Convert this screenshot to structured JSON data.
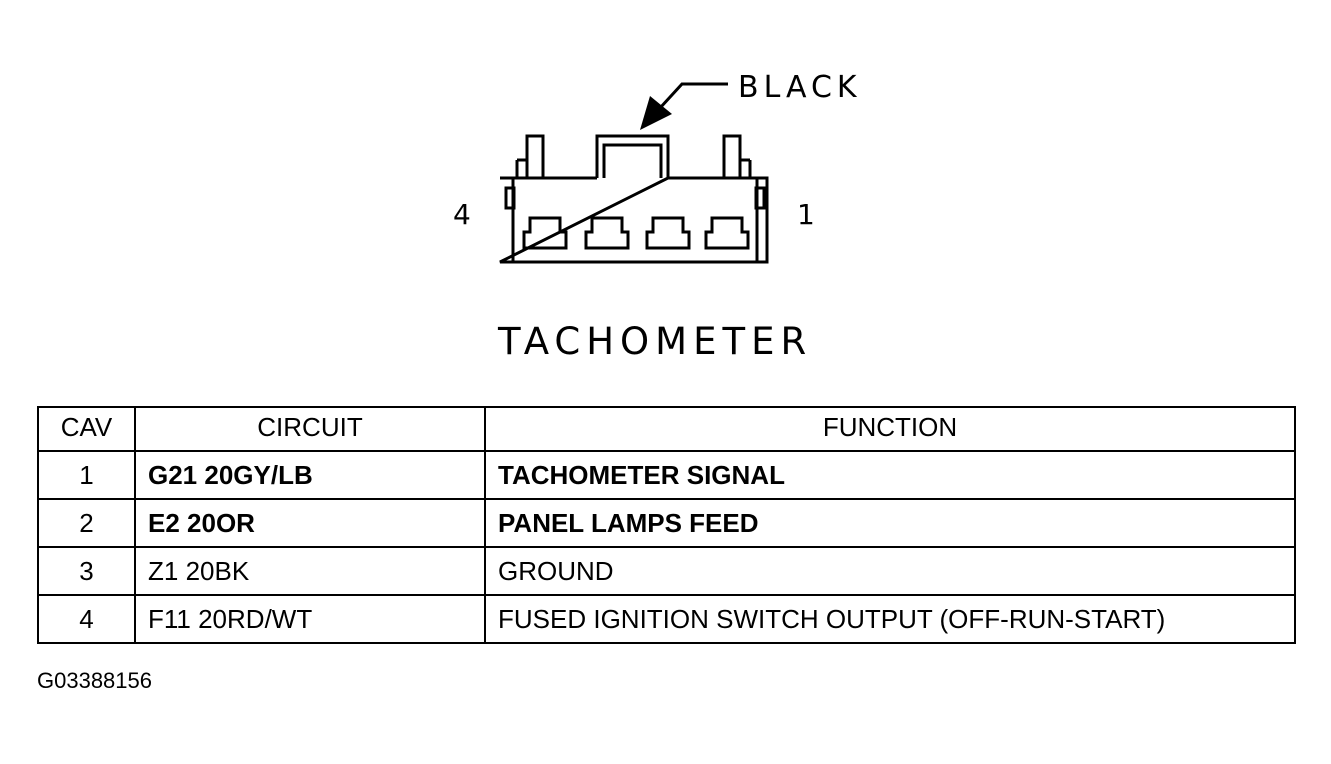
{
  "connector": {
    "name": "TACHOMETER",
    "color_label": "BLACK",
    "pin_left": "4",
    "pin_right": "1"
  },
  "table": {
    "headers": [
      "CAV",
      "CIRCUIT",
      "FUNCTION"
    ],
    "rows": [
      {
        "cav": "1",
        "circuit": "G21 20GY/LB",
        "function": "TACHOMETER SIGNAL"
      },
      {
        "cav": "2",
        "circuit": "E2 20OR",
        "function": "PANEL LAMPS FEED"
      },
      {
        "cav": "3",
        "circuit": "Z1 20BK",
        "function": "GROUND"
      },
      {
        "cav": "4",
        "circuit": "F11 20RD/WT",
        "function": "FUSED IGNITION SWITCH OUTPUT (OFF-RUN-START)"
      }
    ]
  },
  "figure_id": "G03388156"
}
